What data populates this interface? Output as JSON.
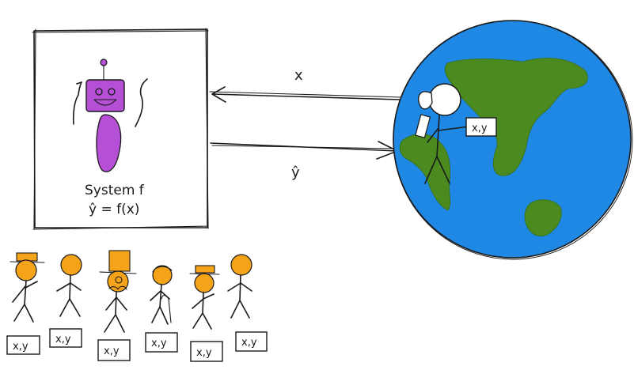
{
  "system_box": {
    "title": "System f",
    "equation": "ŷ = f(x)"
  },
  "arrows": {
    "input_label": "x",
    "output_label": "ŷ"
  },
  "world_person_card": "x,y",
  "dataset_cards": [
    "x,y",
    "x,y",
    "x,y",
    "x,y",
    "x,y",
    "x,y"
  ],
  "colors": {
    "ocean": "#1f88e5",
    "land": "#4b8a1e",
    "robot": "#b44fd6",
    "people": "#f5a41a",
    "ink": "#1a1a1a"
  }
}
